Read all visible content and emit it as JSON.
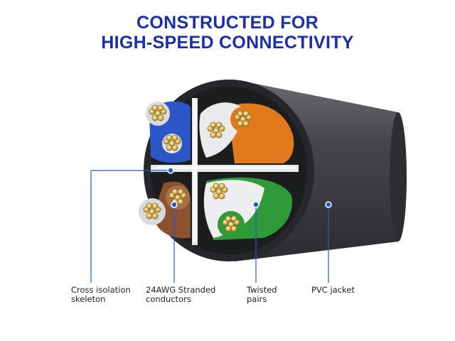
{
  "header": {
    "title_line1": "CONSTRUCTED FOR",
    "title_line2": "HIGH-SPEED CONNECTIVITY"
  },
  "labels": [
    {
      "id": "cross-isolation-skeleton",
      "lines": [
        "Cross isolation",
        "skeleton"
      ]
    },
    {
      "id": "stranded-conductors",
      "lines": [
        "24AWG Stranded",
        "conductors"
      ]
    },
    {
      "id": "twisted-pairs",
      "lines": [
        "Twisted",
        "pairs"
      ]
    },
    {
      "id": "pvc-jacket",
      "lines": [
        "PVC jacket"
      ]
    }
  ],
  "colors": {
    "title": "#1a2fa8",
    "callout": "#2a56d6",
    "jacket": "#3a3b3e",
    "pair_blue": "#2a56c8",
    "pair_orange": "#e07a1c",
    "pair_green": "#2f9a3a",
    "pair_brown": "#8a5230",
    "copper": "#d8b456"
  }
}
